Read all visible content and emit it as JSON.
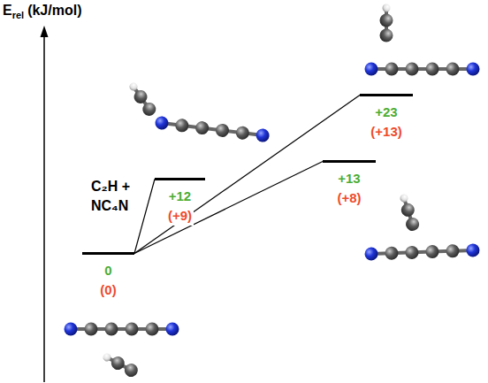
{
  "diagram": {
    "nodes": [
      {
        "text": [
          "C₂H + NC₄N",
          "0",
          "(0)"
        ]
      },
      {
        "text": [
          "+12",
          "(+9)"
        ]
      },
      {
        "text": [
          "+23",
          "(+13)"
        ]
      },
      {
        "text": [
          "+13",
          "(+8)"
        ]
      }
    ],
    "edges": [
      {
        "from": 0,
        "to": 1,
        "arrow": "none"
      },
      {
        "from": 0,
        "to": 2,
        "arrow": "none"
      },
      {
        "from": 0,
        "to": 3,
        "arrow": "none"
      }
    ],
    "labels": [
      "E",
      "rel",
      "(kJ/mol)"
    ]
  }
}
